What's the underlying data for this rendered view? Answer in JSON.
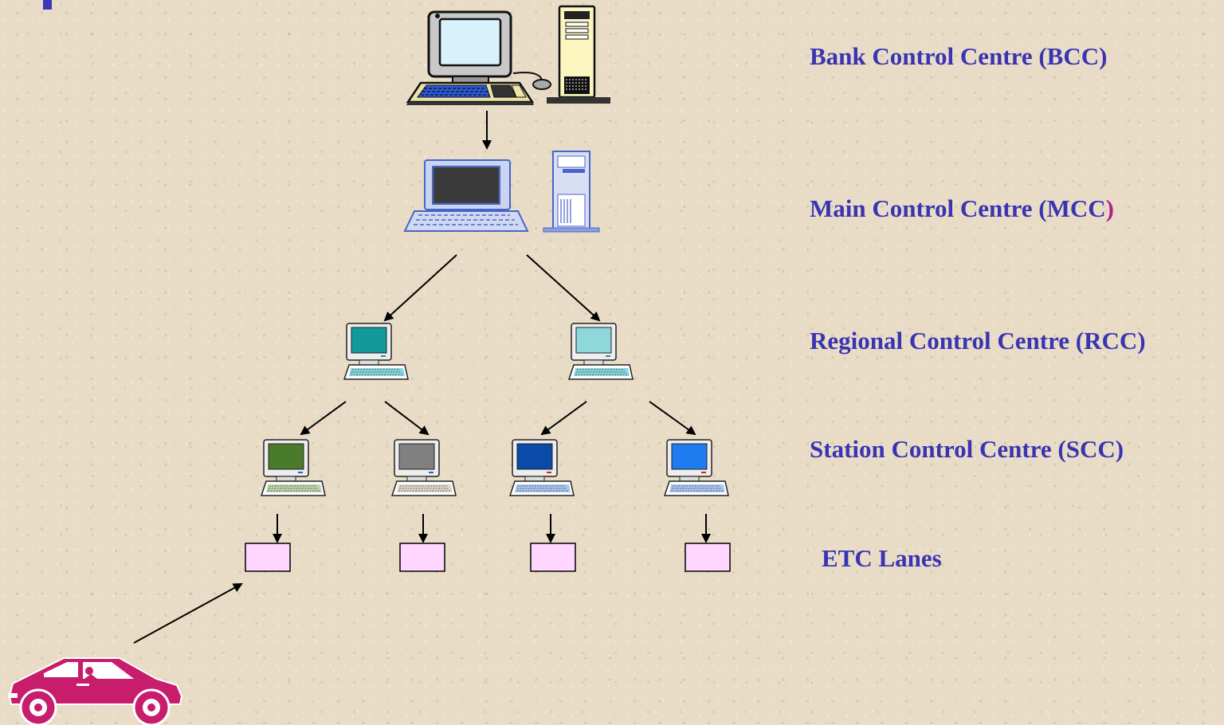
{
  "levels": {
    "bcc": {
      "label": "Bank Control Centre (BCC",
      "close_paren": ")"
    },
    "mcc": {
      "label": "Main Control Centre (MCC",
      "close_paren": ")"
    },
    "rcc": {
      "label": "Regional Control Centre (RCC)"
    },
    "scc": {
      "label": "Station Control Centre (SCC)"
    },
    "etc": {
      "label": "ETC Lanes"
    }
  },
  "colors": {
    "label_text": "#3a34b3",
    "accent_paren": "#b0208a",
    "lane_fill": "#ffd6ff",
    "car": "#c81c6c",
    "arrow": "#000000",
    "scc_screens": [
      "#4a7a2c",
      "#808080",
      "#0a4aa8",
      "#1e7cf0"
    ],
    "rcc_screens": [
      "#129a9a",
      "#8ed8dc"
    ]
  },
  "icons": [
    "desktop-computer-icon",
    "server-tower-icon",
    "workstation-icon",
    "car-icon",
    "lane-box"
  ]
}
